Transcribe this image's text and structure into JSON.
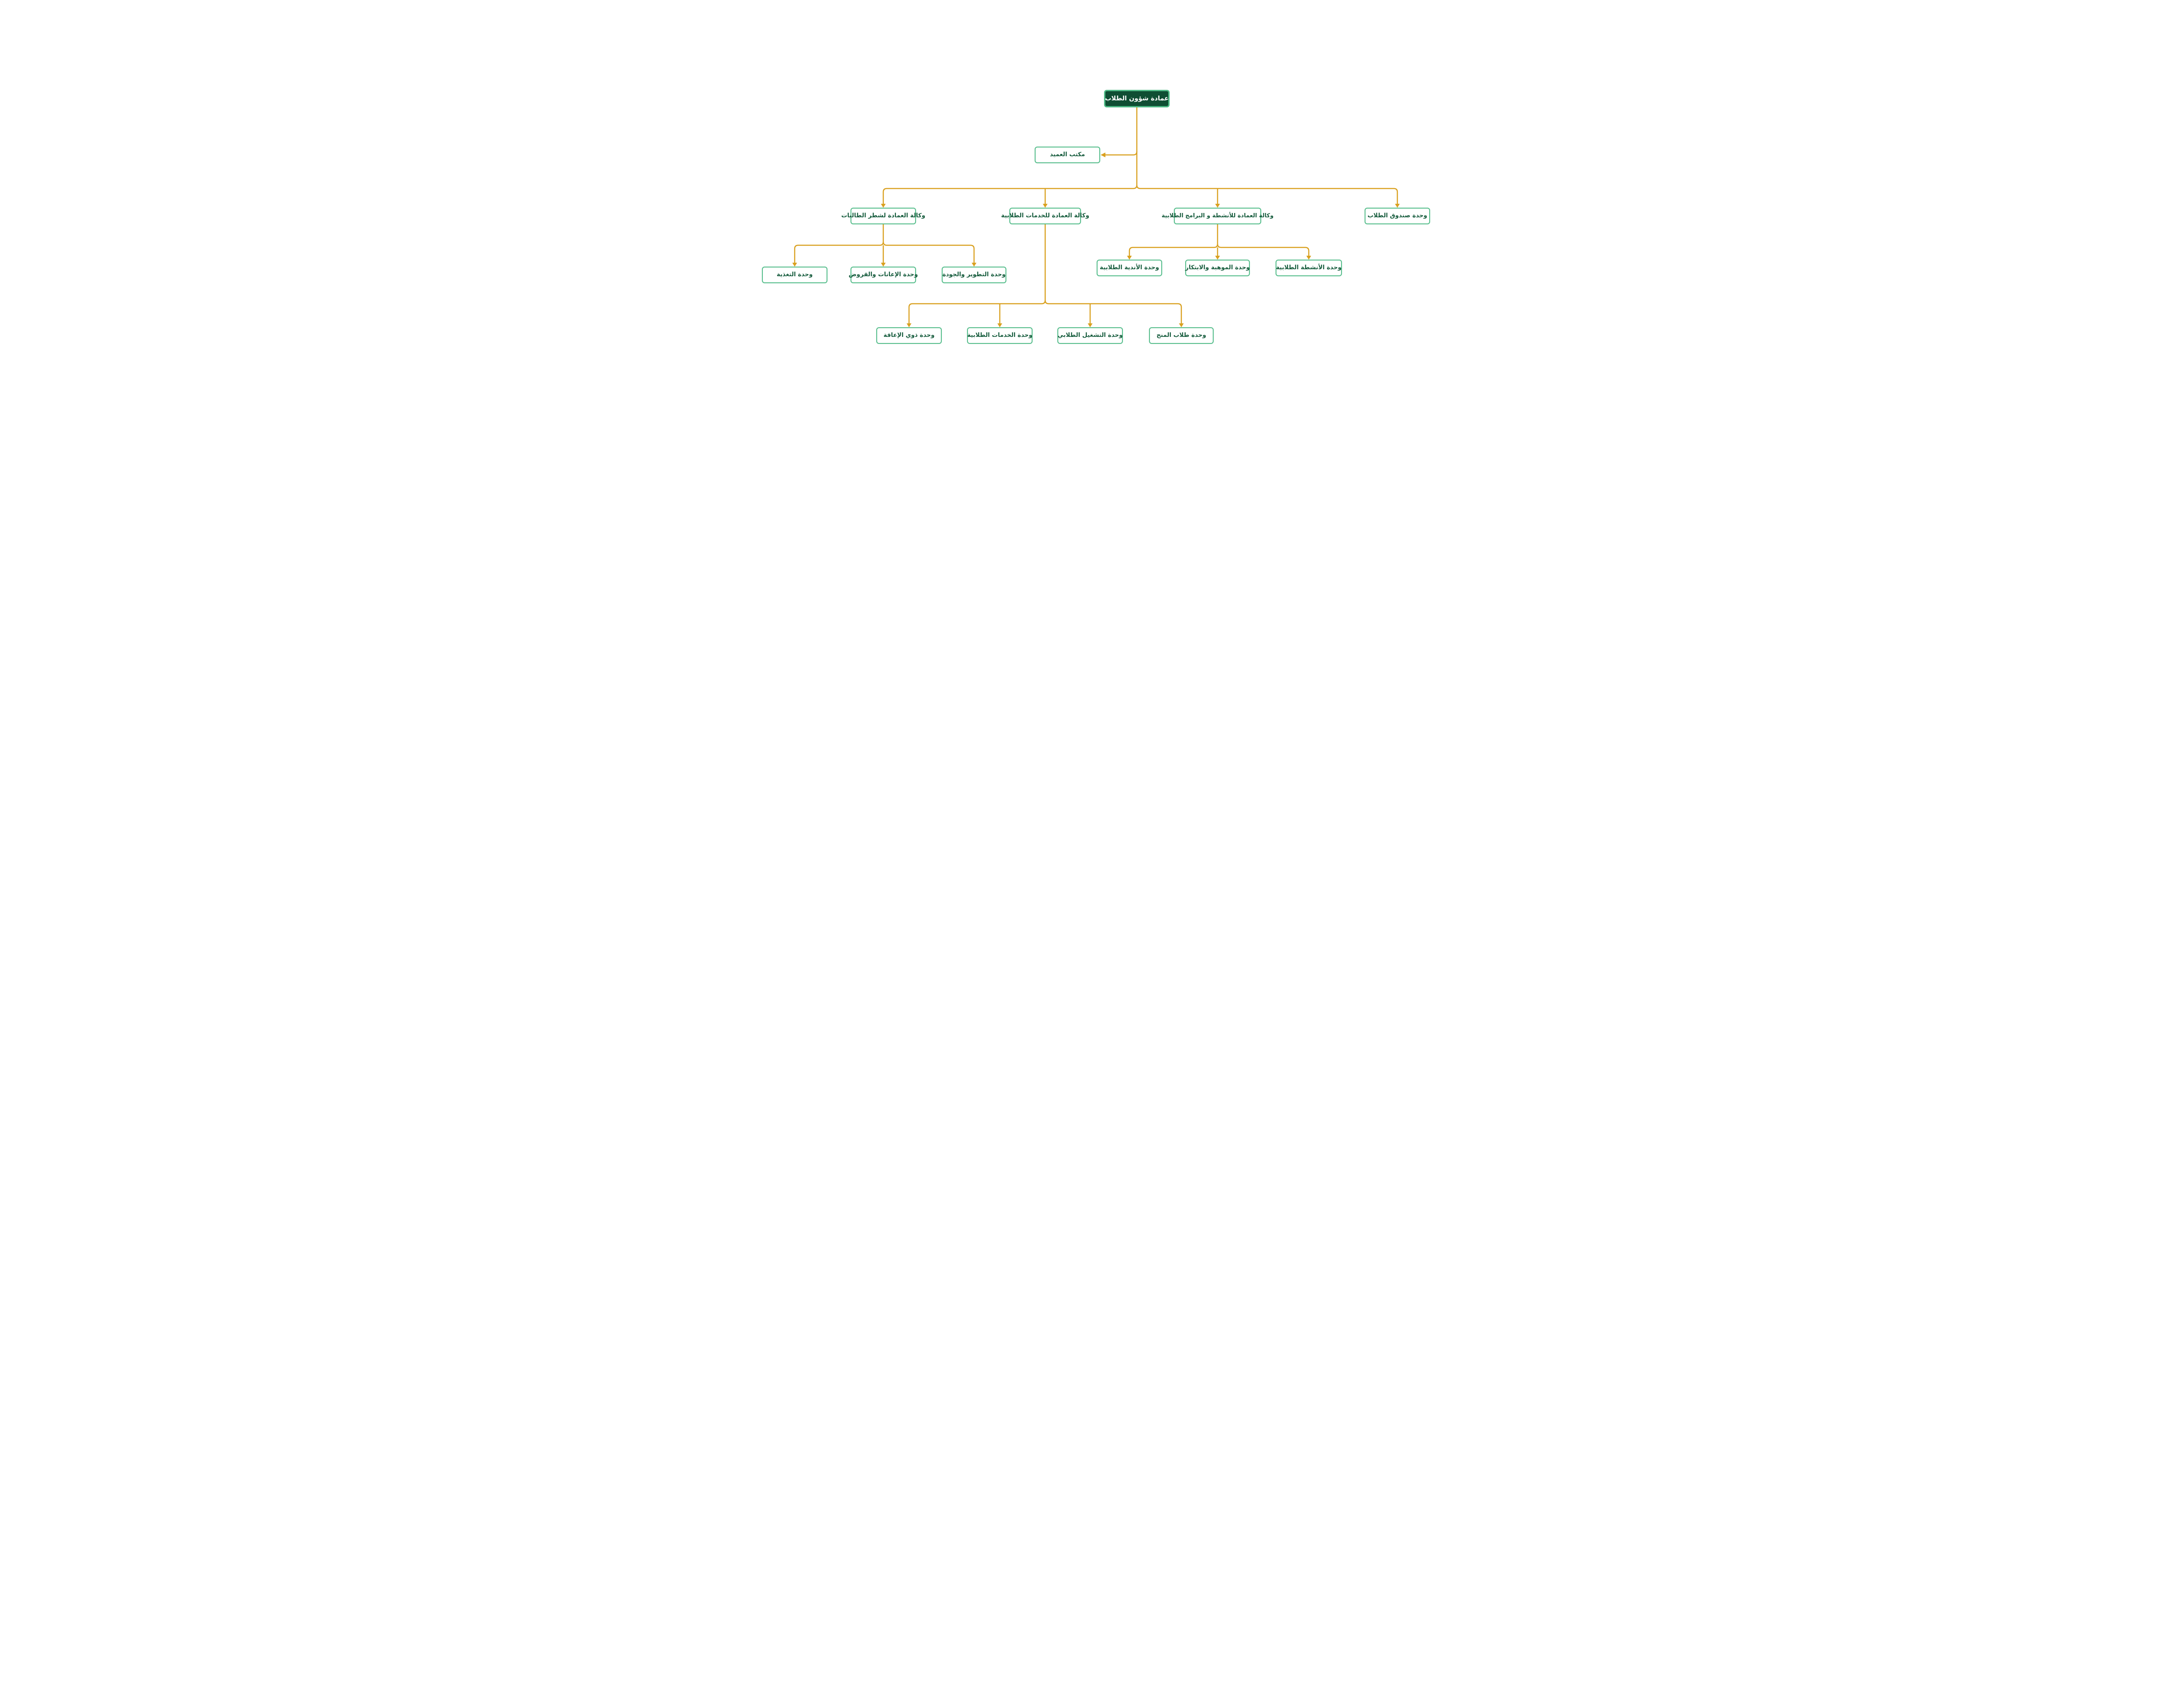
{
  "theme": {
    "background": "#ffffff",
    "connector_color": "#D9A01F",
    "root_fill": "#0F4E33",
    "root_border": "#4CB984",
    "node_border": "#55BD8B",
    "node_text": "#155B3C"
  },
  "chart": {
    "type": "org-chart",
    "root": {
      "label": "عمادة شؤون الطلاب"
    },
    "dean_office": {
      "label": "مكتب العميد"
    },
    "agencies": [
      {
        "label": "وكالة العمادة لشطر الطالبات",
        "children": [
          {
            "label": "وحدة التغذية"
          },
          {
            "label": "وحدة الإعانات والقروض"
          },
          {
            "label": "وحدة التطوير والجودة"
          }
        ]
      },
      {
        "label": "وكالة العمادة للخدمات الطلابية",
        "children": [
          {
            "label": "وحدة ذوي الإعاقة"
          },
          {
            "label": "وحدة الخدمات الطلابية"
          },
          {
            "label": "وحدة التشغيل الطلابي"
          },
          {
            "label": "وحدة طلاب المنح"
          }
        ]
      },
      {
        "label": "وكالة العمادة للأنشطة و البرامج الطلابية",
        "children": [
          {
            "label": "وحدة الأندية الطلابية"
          },
          {
            "label": "وحدة الموهبة والابتكار"
          },
          {
            "label": "وحدة الأنشطة الطلابية"
          }
        ]
      },
      {
        "label": "وحدة صندوق الطلاب",
        "children": []
      }
    ]
  }
}
